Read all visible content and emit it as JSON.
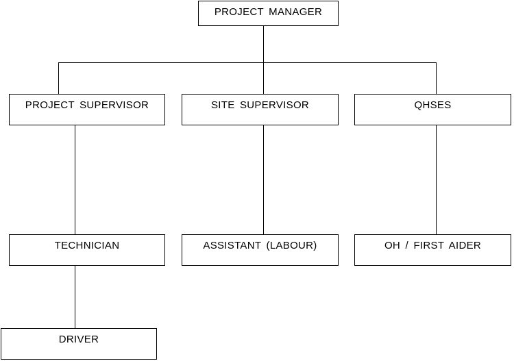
{
  "org_chart": {
    "nodes": {
      "project_manager": "PROJECT MANAGER",
      "project_supervisor": "PROJECT SUPERVISOR",
      "site_supervisor": "SITE SUPERVISOR",
      "qhses": "QHSES",
      "technician": "TECHNICIAN",
      "assistant_labour": "ASSISTANT (LABOUR)",
      "oh_first_aider": "OH / FIRST AIDER",
      "driver": "DRIVER"
    },
    "relations": [
      {
        "from": "PROJECT MANAGER",
        "to": "PROJECT SUPERVISOR"
      },
      {
        "from": "PROJECT MANAGER",
        "to": "SITE SUPERVISOR"
      },
      {
        "from": "PROJECT MANAGER",
        "to": "QHSES"
      },
      {
        "from": "PROJECT SUPERVISOR",
        "to": "TECHNICIAN"
      },
      {
        "from": "SITE SUPERVISOR",
        "to": "ASSISTANT (LABOUR)"
      },
      {
        "from": "QHSES",
        "to": "OH / FIRST AIDER"
      },
      {
        "from": "TECHNICIAN",
        "to": "DRIVER"
      }
    ],
    "line_color": "#000000",
    "box_border_color": "#000000",
    "background_color": "#ffffff"
  }
}
